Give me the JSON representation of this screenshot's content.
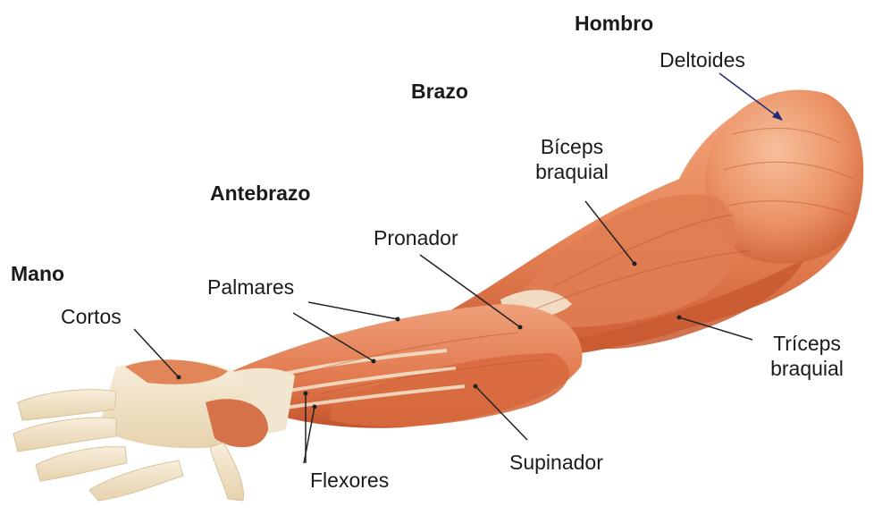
{
  "regions": {
    "hombro": "Hombro",
    "brazo": "Brazo",
    "antebrazo": "Antebrazo",
    "mano": "Mano"
  },
  "muscles": {
    "deltoides": "Deltoides",
    "biceps_line1": "Bíceps",
    "biceps_line2": "braquial",
    "pronador": "Pronador",
    "palmares": "Palmares",
    "cortos": "Cortos",
    "triceps_line1": "Tríceps",
    "triceps_line2": "braquial",
    "supinador": "Supinador",
    "flexores": "Flexores"
  },
  "colors": {
    "muscle_base": "#e8865a",
    "muscle_dark": "#c9572f",
    "muscle_light": "#f4b08a",
    "tendon": "#f3e6cf",
    "bone": "#efe2c4",
    "leader": "#222222",
    "deltoid_pointer": "#1f2a7a"
  }
}
